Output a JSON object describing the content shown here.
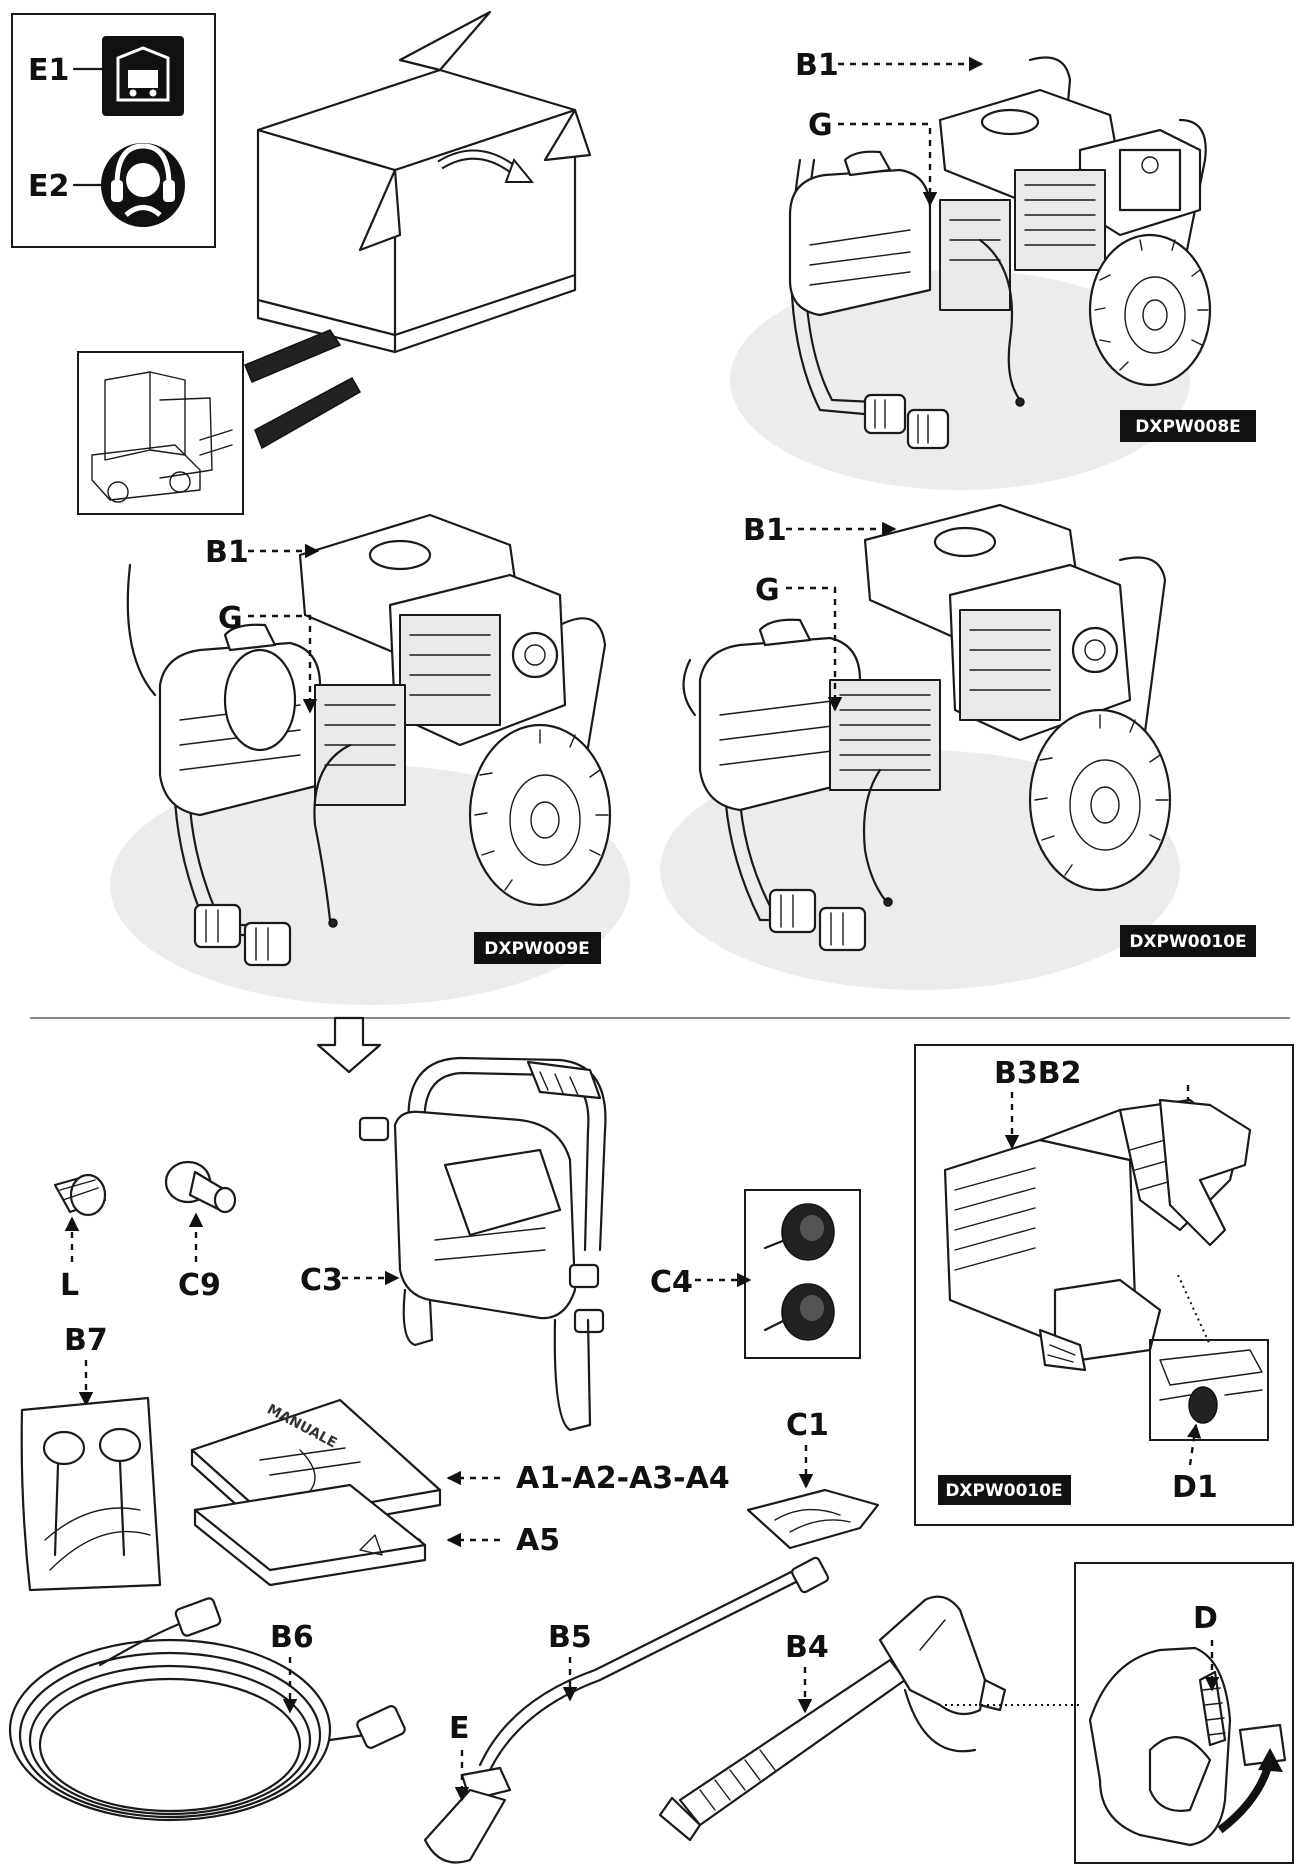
{
  "labels": {
    "E1": "E1",
    "E2": "E2",
    "B1_a": "B1",
    "G_a": "G",
    "B1_b": "B1",
    "G_b": "G",
    "B1_c": "B1",
    "G_c": "G",
    "B3B2": "B3B2",
    "L": "L",
    "C9": "C9",
    "C3": "C3",
    "C4": "C4",
    "B7": "B7",
    "C1": "C1",
    "A1A4": "A1-A2-A3-A4",
    "A5": "A5",
    "D1": "D1",
    "B6": "B6",
    "B5": "B5",
    "B4": "B4",
    "E": "E",
    "D": "D"
  },
  "models": {
    "m1": "DXPW008E",
    "m2": "DXPW009E",
    "m3": "DXPW0010E",
    "m4": "DXPW0010E"
  },
  "manual_cover_text": "MANUALE",
  "icons": {
    "e1_icon": "forklift-garage-icon",
    "e2_icon": "ear-protection-icon"
  }
}
